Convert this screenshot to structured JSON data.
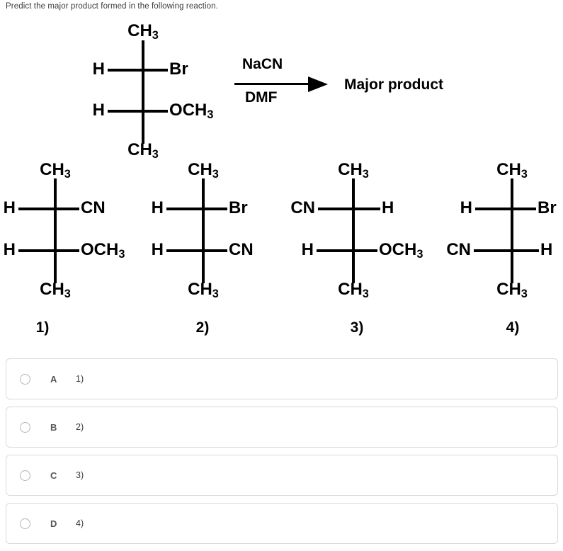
{
  "prompt": "Predict the major product formed in the following reaction.",
  "reaction": {
    "reagent_above": "NaCN",
    "solvent_below": "DMF",
    "product_text": "Major product",
    "reactant": {
      "top": "CH3",
      "bottom": "CH3",
      "upper_left": "H",
      "upper_right": "Br",
      "lower_left": "H",
      "lower_right": "OCH3"
    }
  },
  "structures": [
    {
      "caption": "1)",
      "top": "CH3",
      "bottom": "CH3",
      "upper_left": "H",
      "upper_right": "CN",
      "lower_left": "H",
      "lower_right": "OCH3"
    },
    {
      "caption": "2)",
      "top": "CH3",
      "bottom": "CH3",
      "upper_left": "H",
      "upper_right": "Br",
      "lower_left": "H",
      "lower_right": "CN"
    },
    {
      "caption": "3)",
      "top": "CH3",
      "bottom": "CH3",
      "upper_left": "CN",
      "upper_right": "H",
      "lower_left": "H",
      "lower_right": "OCH3"
    },
    {
      "caption": "4)",
      "top": "CH3",
      "bottom": "CH3",
      "upper_left": "H",
      "upper_right": "Br",
      "lower_left": "CN",
      "lower_right": "H"
    }
  ],
  "answers": [
    {
      "letter": "A",
      "text": "1)"
    },
    {
      "letter": "B",
      "text": "2)"
    },
    {
      "letter": "C",
      "text": "3)"
    },
    {
      "letter": "D",
      "text": "4)"
    }
  ],
  "colors": {
    "background": "#ffffff",
    "ink": "#000000",
    "prompt_text": "#3b3b3b",
    "row_border": "#d9d9d9",
    "radio_border": "#b4b4b4",
    "letter_text": "#555555"
  }
}
